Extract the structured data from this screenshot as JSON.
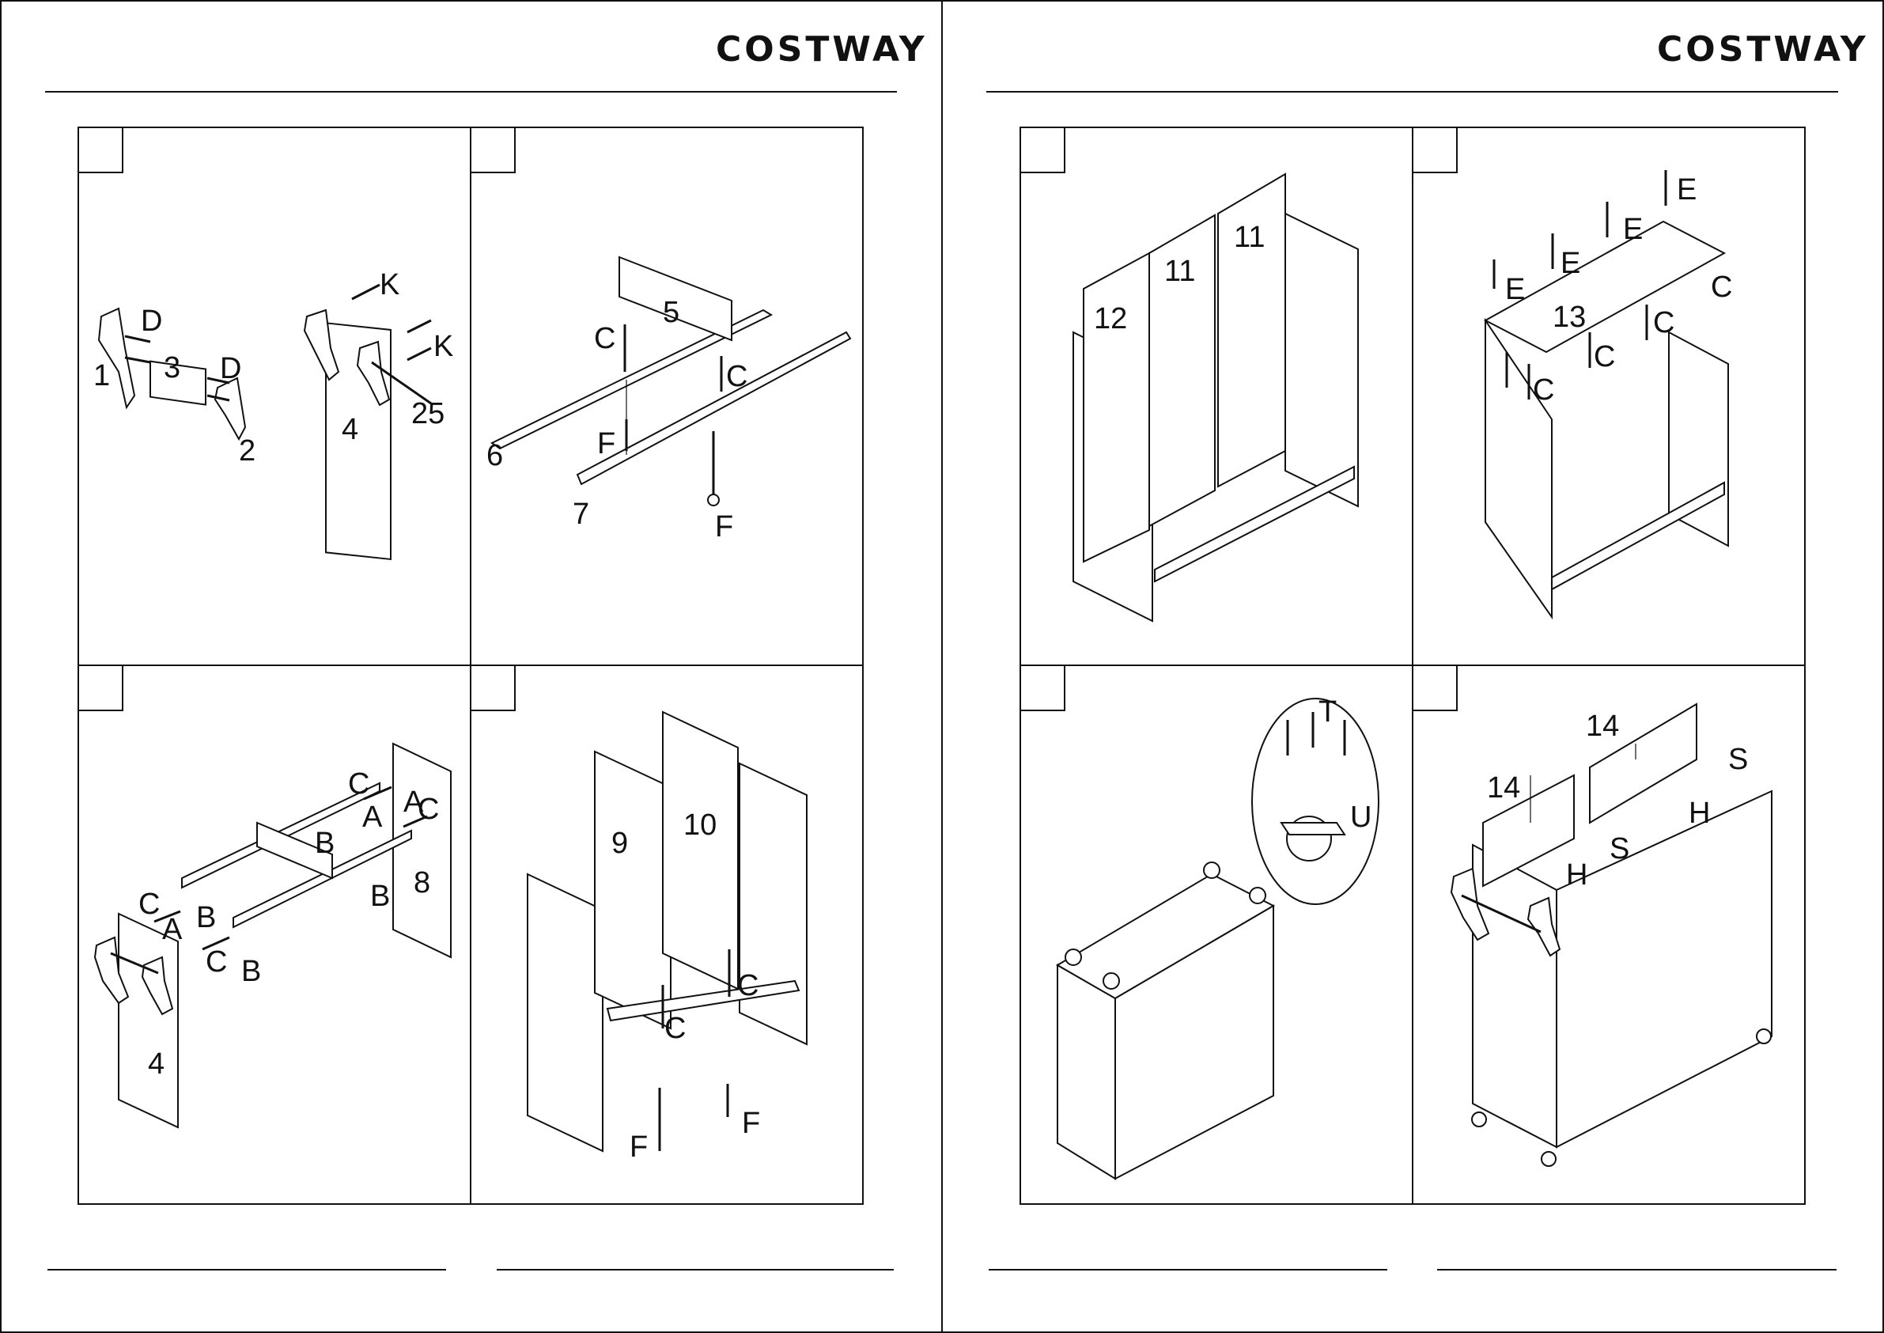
{
  "brand": "COSTWAY",
  "steps": {
    "s1": {
      "p1": "1",
      "p2": "2",
      "p3": "3",
      "p4": "4",
      "p25": "25",
      "d1": "D",
      "d2": "D",
      "k1": "K",
      "k2": "K"
    },
    "s2": {
      "p5": "5",
      "p6": "6",
      "p7": "7",
      "c1": "C",
      "c2": "C",
      "f1": "F",
      "f2": "F"
    },
    "s3": {
      "p4": "4",
      "p8": "8",
      "c1": "C",
      "c2": "C",
      "c3": "C",
      "c4": "C",
      "a1": "A",
      "a2": "A",
      "a3": "A",
      "b1": "B",
      "b2": "B",
      "b3": "B",
      "b4": "B"
    },
    "s4": {
      "p9": "9",
      "p10": "10",
      "c1": "C",
      "c2": "C",
      "f1": "F",
      "f2": "F"
    },
    "s5": {
      "p11a": "11",
      "p11b": "11",
      "p12": "12"
    },
    "s6": {
      "p13": "13",
      "e1": "E",
      "e2": "E",
      "e3": "E",
      "e4": "E",
      "c1": "C",
      "c2": "C",
      "c3": "C",
      "c4": "C"
    },
    "s7": {
      "t": "T",
      "u": "U"
    },
    "s8": {
      "p14a": "14",
      "p14b": "14",
      "s1": "S",
      "s2": "S",
      "h1": "H",
      "h2": "H"
    }
  },
  "icons": [
    "screw-icon",
    "caster-wheel-icon"
  ]
}
